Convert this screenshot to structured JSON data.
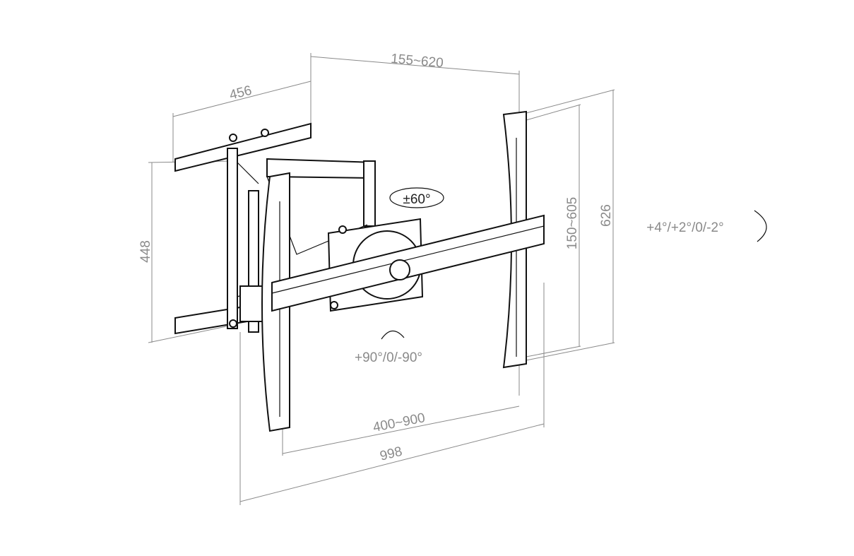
{
  "title": "Full-motion TV wall mount dimension drawing",
  "dimensions": {
    "arm_extension": "155~620",
    "wall_plate_depth": "456",
    "wall_plate_height": "448",
    "vertical_hole_spacing": "150~605",
    "plate_height": "626",
    "horizontal_hole_spacing": "400~900",
    "total_width": "998"
  },
  "angles": {
    "swivel": "±60°",
    "tilt": "+4°/+2°/0/-2°",
    "rotation": "+90°/0/-90°"
  }
}
